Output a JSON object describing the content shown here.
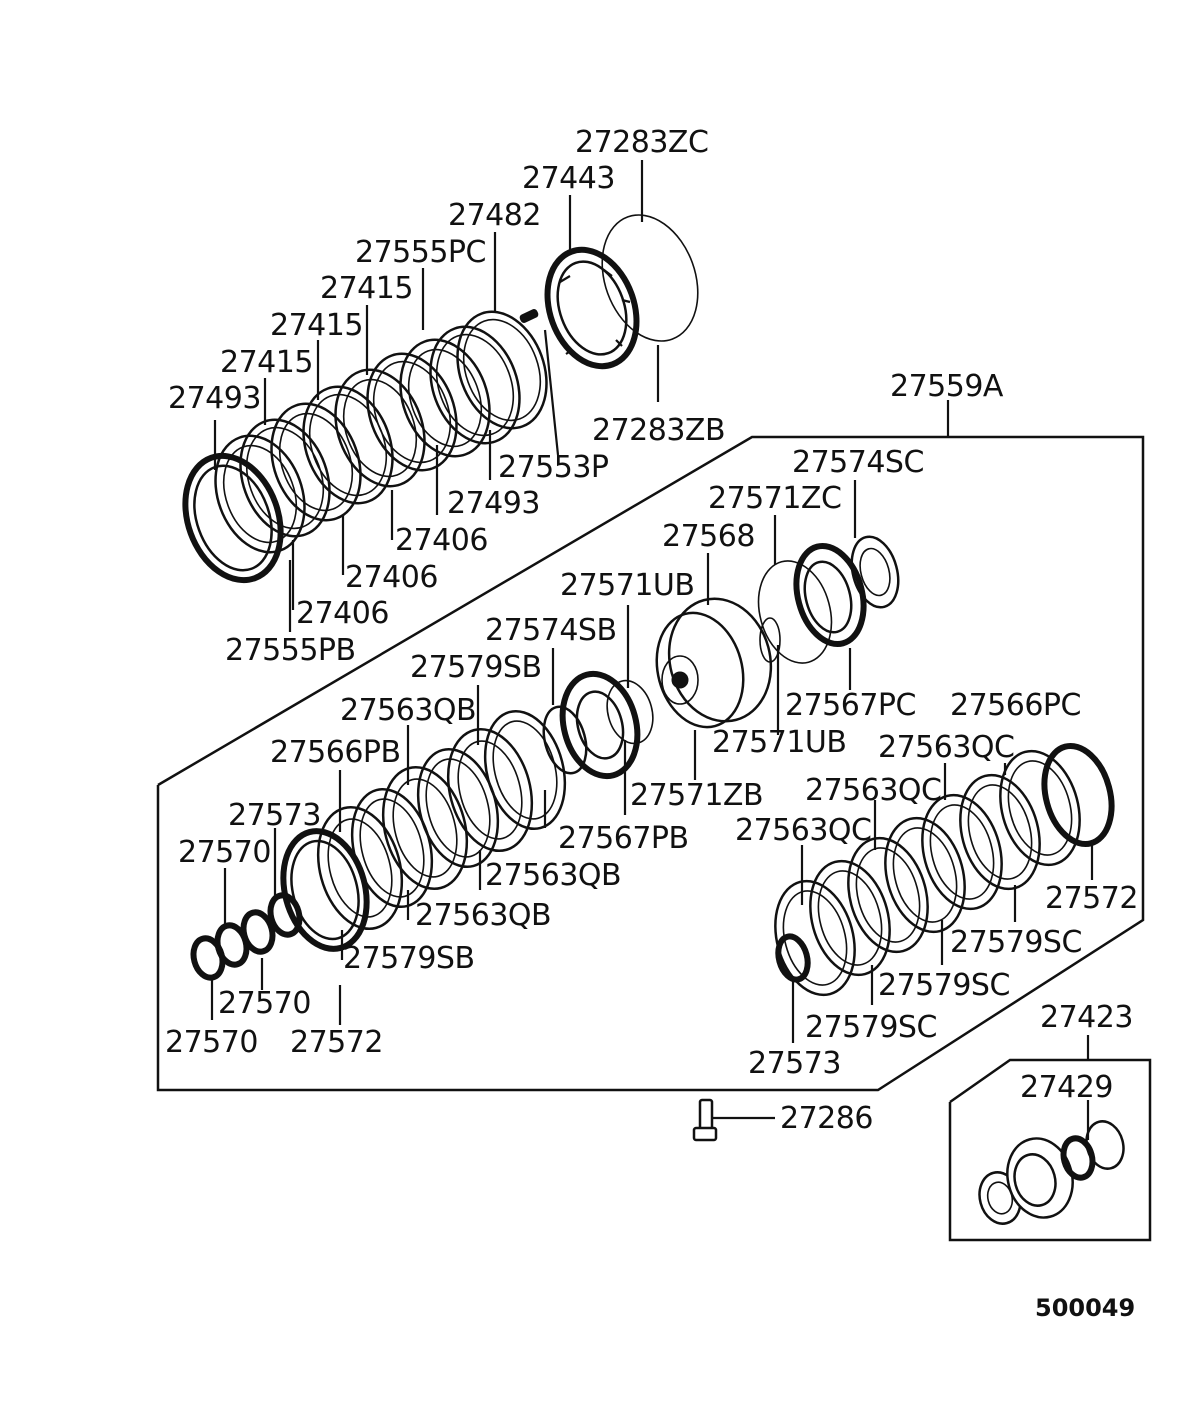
{
  "diagram_id": "500049",
  "groups": {
    "main_assembly": "27559A",
    "oil_pump_assembly": "27423"
  },
  "labels": [
    {
      "key": "p27283zc",
      "text": "27283ZC"
    },
    {
      "key": "p27443",
      "text": "27443"
    },
    {
      "key": "p27482",
      "text": "27482"
    },
    {
      "key": "p27555pc",
      "text": "27555PC"
    },
    {
      "key": "p27415a",
      "text": "27415"
    },
    {
      "key": "p27415b",
      "text": "27415"
    },
    {
      "key": "p27415c",
      "text": "27415"
    },
    {
      "key": "p27493a",
      "text": "27493"
    },
    {
      "key": "p27283zb",
      "text": "27283ZB"
    },
    {
      "key": "p27553p",
      "text": "27553P"
    },
    {
      "key": "p27493b",
      "text": "27493"
    },
    {
      "key": "p27406a",
      "text": "27406"
    },
    {
      "key": "p27406b",
      "text": "27406"
    },
    {
      "key": "p27406c",
      "text": "27406"
    },
    {
      "key": "p27555pb",
      "text": "27555PB"
    },
    {
      "key": "p27559a",
      "text": "27559A"
    },
    {
      "key": "p27574sc",
      "text": "27574SC"
    },
    {
      "key": "p27571zc",
      "text": "27571ZC"
    },
    {
      "key": "p27568",
      "text": "27568"
    },
    {
      "key": "p27571ub_top",
      "text": "27571UB"
    },
    {
      "key": "p27574sb",
      "text": "27574SB"
    },
    {
      "key": "p27579sb_top",
      "text": "27579SB"
    },
    {
      "key": "p27563qb_top",
      "text": "27563QB"
    },
    {
      "key": "p27566pb",
      "text": "27566PB"
    },
    {
      "key": "p27573_left",
      "text": "27573"
    },
    {
      "key": "p27570a",
      "text": "27570"
    },
    {
      "key": "p27567pc",
      "text": "27567PC"
    },
    {
      "key": "p27571ub_bot",
      "text": "27571UB"
    },
    {
      "key": "p27566pc",
      "text": "27566PC"
    },
    {
      "key": "p27563qc_a",
      "text": "27563QC"
    },
    {
      "key": "p27571zb",
      "text": "27571ZB"
    },
    {
      "key": "p27567pb",
      "text": "27567PB"
    },
    {
      "key": "p27563qc_b",
      "text": "27563QC"
    },
    {
      "key": "p27563qb_b",
      "text": "27563QB"
    },
    {
      "key": "p27563qc_c",
      "text": "27563QC"
    },
    {
      "key": "p27563qb_c",
      "text": "27563QB"
    },
    {
      "key": "p27572_right",
      "text": "27572"
    },
    {
      "key": "p27579sc_a",
      "text": "27579SC"
    },
    {
      "key": "p27579sb_bot",
      "text": "27579SB"
    },
    {
      "key": "p27579sc_b",
      "text": "27579SC"
    },
    {
      "key": "p27570b",
      "text": "27570"
    },
    {
      "key": "p27579sc_c",
      "text": "27579SC"
    },
    {
      "key": "p27423",
      "text": "27423"
    },
    {
      "key": "p27570c",
      "text": "27570"
    },
    {
      "key": "p27572_left",
      "text": "27572"
    },
    {
      "key": "p27573_right",
      "text": "27573"
    },
    {
      "key": "p27429",
      "text": "27429"
    },
    {
      "key": "p27286",
      "text": "27286"
    }
  ]
}
